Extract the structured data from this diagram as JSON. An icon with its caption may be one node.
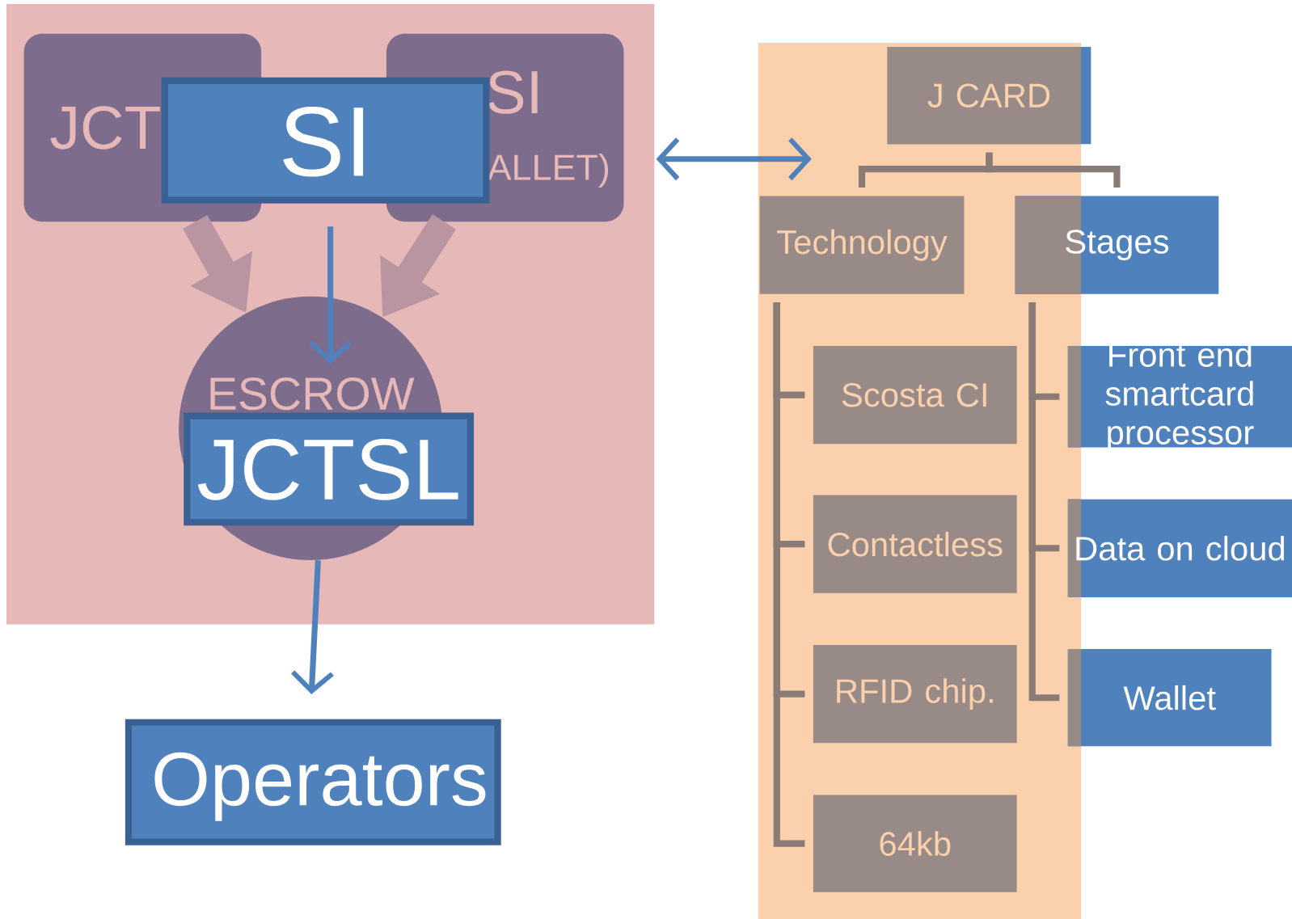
{
  "diagram": {
    "nodes": [
      {
        "text": [],
        "shape": "box"
      },
      {
        "text": [
          "JCT"
        ],
        "in": 0
      },
      {
        "text": [
          "SI",
          "ALLET)"
        ],
        "in": 0
      },
      {
        "text": [
          "SI"
        ],
        "in": 0
      },
      {
        "text": [
          "ESCROW"
        ],
        "in": 0
      },
      {
        "text": [
          "JCTSL"
        ],
        "in": 0
      },
      {
        "text": [
          "Operators"
        ]
      },
      {
        "text": [
          "J CARD"
        ]
      },
      {
        "text": [
          "Technology"
        ]
      },
      {
        "text": [
          "Stages"
        ]
      },
      {
        "text": [
          "Scosta CI"
        ]
      },
      {
        "text": [
          "Contactless"
        ]
      },
      {
        "text": [
          "RFID chip."
        ]
      },
      {
        "text": [
          "64kb"
        ]
      },
      {
        "text": [
          "Front end smartcard processor"
        ]
      },
      {
        "text": [
          "Data on cloud"
        ]
      },
      {
        "text": [
          "Wallet"
        ]
      }
    ],
    "edges": [
      {
        "from": 1,
        "to": 4,
        "arrow": "to",
        "style": "thick",
        "color": "#b895a0"
      },
      {
        "from": 2,
        "to": 4,
        "arrow": "to",
        "style": "thick",
        "color": "#b895a0"
      },
      {
        "from": 3,
        "to": 4,
        "arrow": "to",
        "color": "#4f81bd"
      },
      {
        "from": 4,
        "to": 6,
        "arrow": "to",
        "color": "#4f81bd"
      },
      {
        "from": 0,
        "to": null,
        "arrow": "both",
        "color": "#4f81bd"
      },
      {
        "from": 7,
        "to": 8,
        "arrow": "none"
      },
      {
        "from": 7,
        "to": 9,
        "arrow": "none"
      },
      {
        "from": 8,
        "to": 10,
        "arrow": "none"
      },
      {
        "from": 8,
        "to": 11,
        "arrow": "none"
      },
      {
        "from": 8,
        "to": 12,
        "arrow": "none"
      },
      {
        "from": 8,
        "to": 13,
        "arrow": "none"
      },
      {
        "from": 9,
        "to": 14,
        "arrow": "none"
      },
      {
        "from": 9,
        "to": 15,
        "arrow": "none"
      },
      {
        "from": 9,
        "to": 16,
        "arrow": "none"
      }
    ]
  }
}
